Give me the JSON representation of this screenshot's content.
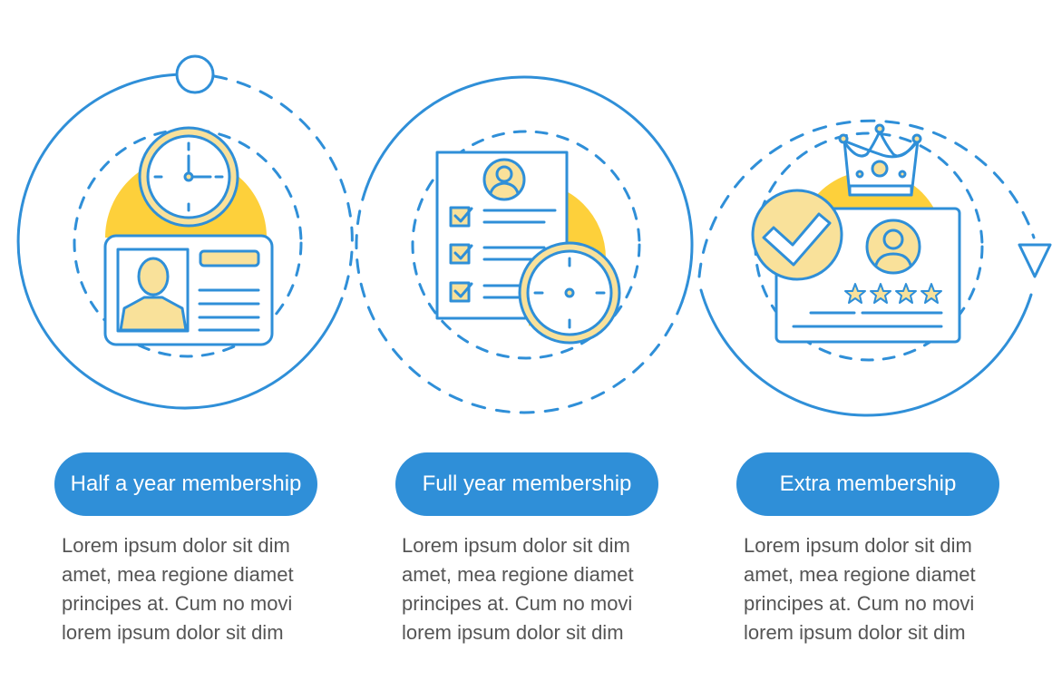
{
  "colors": {
    "blue": "#2f8fd8",
    "yellow": "#fdd03b",
    "light_yellow": "#f9e19a",
    "text": "#555555"
  },
  "steps": [
    {
      "title": "Half a year membership",
      "icon": "id-card-clock-icon",
      "lines": [
        "Lorem ipsum dolor sit dim",
        "amet, mea regione diamet",
        "principes at. Cum no movi",
        "lorem ipsum dolor sit dim"
      ]
    },
    {
      "title": "Full year membership",
      "icon": "checklist-clock-icon",
      "lines": [
        "Lorem ipsum dolor sit dim",
        "amet, mea regione diamet",
        "principes at. Cum no movi",
        "lorem ipsum dolor sit dim"
      ]
    },
    {
      "title": "Extra membership",
      "icon": "premium-card-crown-icon",
      "lines": [
        "Lorem ipsum dolor sit dim",
        "amet, mea regione diamet",
        "principes at. Cum no movi",
        "lorem ipsum dolor sit dim"
      ]
    }
  ]
}
